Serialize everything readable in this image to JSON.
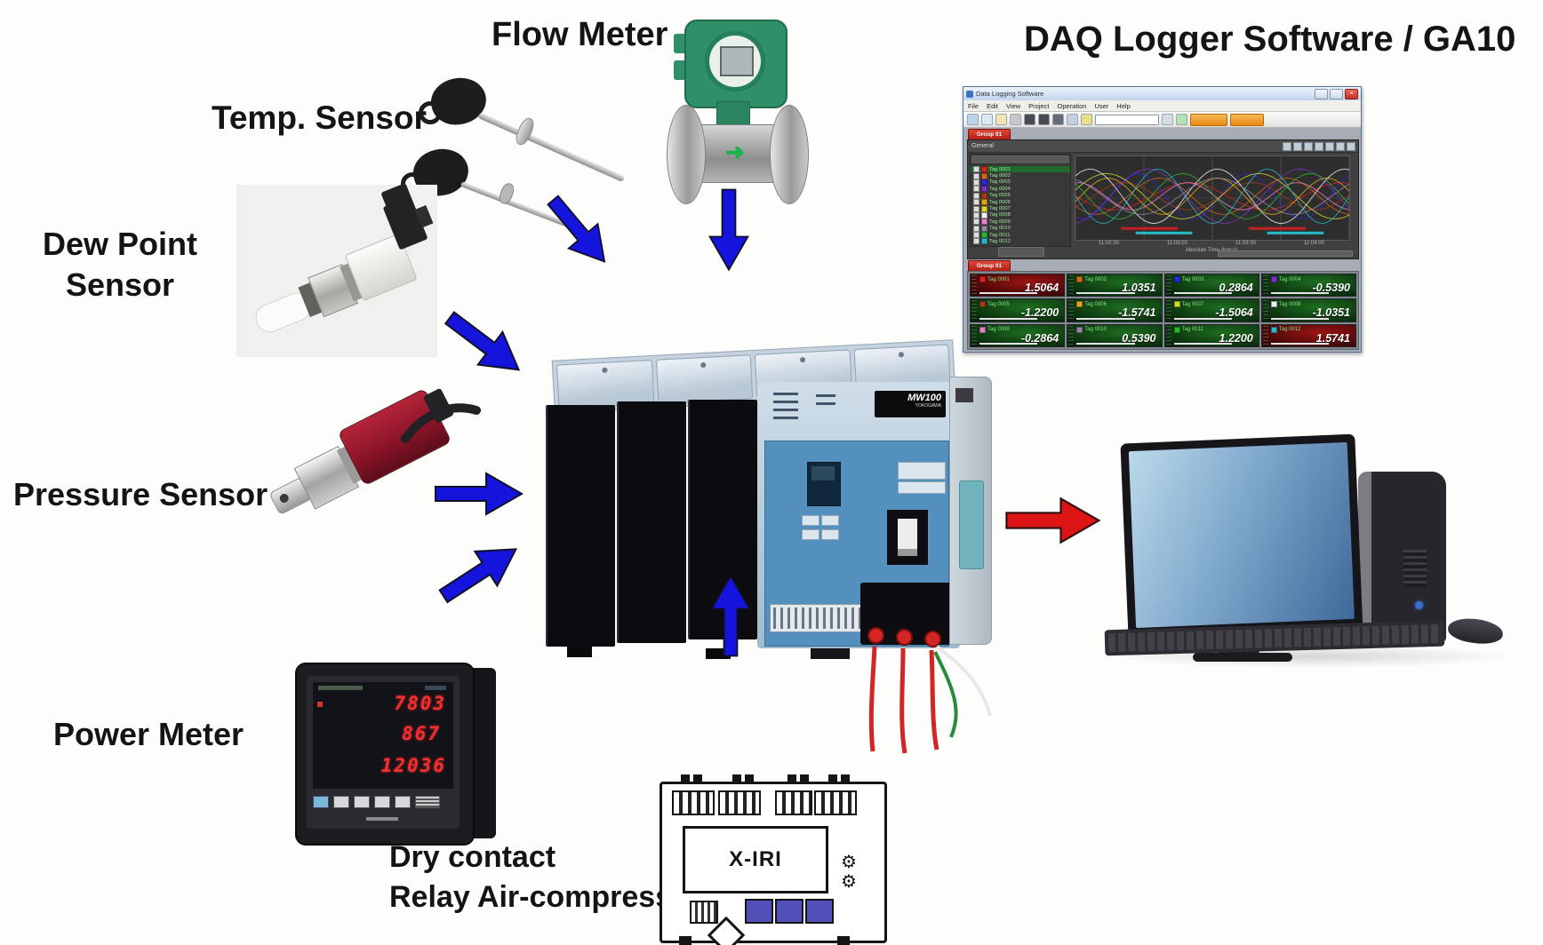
{
  "colors": {
    "arrow_blue": "#1414dd",
    "arrow_red": "#dd1414"
  },
  "labels": {
    "flow_meter": "Flow Meter",
    "temp_sensor": "Temp. Sensor",
    "dew_point_line1": "Dew Point",
    "dew_point_line2": "Sensor",
    "pressure_sensor": "Pressure Sensor",
    "power_meter": "Power Meter",
    "dry_contact_line1": "Dry contact",
    "dry_contact_line2": "Relay Air-compressor",
    "daq_title": "DAQ Logger Software / GA10"
  },
  "devices": {
    "logger": {
      "model": "MW100",
      "brand": "YOKOGAWA"
    },
    "relay": {
      "label": "X-IRI"
    },
    "power_meter_display": [
      "7803",
      "867",
      "12036"
    ]
  },
  "software_window": {
    "title": "Data Logging Software",
    "menu": [
      "File",
      "Edit",
      "View",
      "Project",
      "Operation",
      "User",
      "Help"
    ],
    "group_tab_trend": "Group 01",
    "group_tab_digital": "Group 01",
    "trend_header": "General",
    "trend": {
      "x_ticks": [
        "11:02:30",
        "11:03:00",
        "11:03:30",
        "11:04:00"
      ],
      "x_label": "Absolute Time (h:m:s)",
      "channels": [
        {
          "name": "Tag 0001",
          "color": "#e02020"
        },
        {
          "name": "Tag 0002",
          "color": "#d06818"
        },
        {
          "name": "Tag 0003",
          "color": "#2828e0"
        },
        {
          "name": "Tag 0004",
          "color": "#8030c8"
        },
        {
          "name": "Tag 0005",
          "color": "#a83818"
        },
        {
          "name": "Tag 0006",
          "color": "#e0a818"
        },
        {
          "name": "Tag 0007",
          "color": "#d8d828"
        },
        {
          "name": "Tag 0008",
          "color": "#f2f2f2"
        },
        {
          "name": "Tag 0009",
          "color": "#e880c8"
        },
        {
          "name": "Tag 0010",
          "color": "#9888a8"
        },
        {
          "name": "Tag 0011",
          "color": "#28b828"
        },
        {
          "name": "Tag 0012",
          "color": "#28b8c8"
        }
      ]
    },
    "tiles": [
      {
        "tag": "Tag 0001",
        "value": "1.5064",
        "color": "#e02020",
        "alarm": true
      },
      {
        "tag": "Tag 0002",
        "value": "1.0351",
        "color": "#d06818",
        "alarm": false
      },
      {
        "tag": "Tag 0003",
        "value": "0.2864",
        "color": "#2828e0",
        "alarm": false
      },
      {
        "tag": "Tag 0004",
        "value": "-0.5390",
        "color": "#8030c8",
        "alarm": false
      },
      {
        "tag": "Tag 0005",
        "value": "-1.2200",
        "color": "#a83818",
        "alarm": false
      },
      {
        "tag": "Tag 0006",
        "value": "-1.5741",
        "color": "#e0a818",
        "alarm": false
      },
      {
        "tag": "Tag 0007",
        "value": "-1.5064",
        "color": "#d8d828",
        "alarm": false
      },
      {
        "tag": "Tag 0008",
        "value": "-1.0351",
        "color": "#f2f2f2",
        "alarm": false
      },
      {
        "tag": "Tag 0009",
        "value": "-0.2864",
        "color": "#e880c8",
        "alarm": false
      },
      {
        "tag": "Tag 0010",
        "value": "0.5390",
        "color": "#9888a8",
        "alarm": false
      },
      {
        "tag": "Tag 0011",
        "value": "1.2200",
        "color": "#28b828",
        "alarm": false
      },
      {
        "tag": "Tag 0012",
        "value": "1.5741",
        "color": "#28b8c8",
        "alarm": true
      }
    ]
  }
}
